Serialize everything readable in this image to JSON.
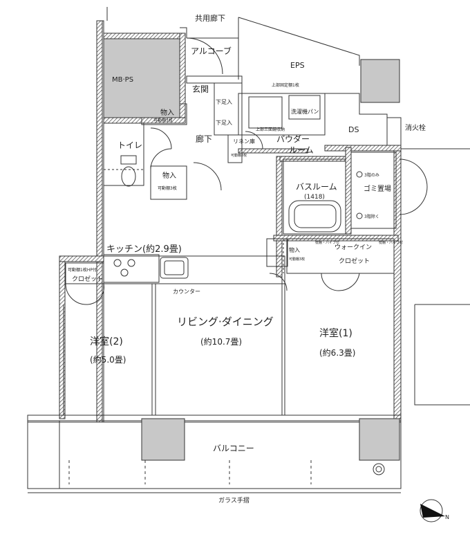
{
  "rooms": {
    "corridor_common": "共用廊下",
    "alcove": "アルコーブ",
    "eps": "EPS",
    "mbps": "MB·PS",
    "genkan": "玄関",
    "storage1": "物入",
    "storage1_note": "可動棚3枚",
    "hallway": "廊下",
    "toilet": "トイレ",
    "storage2": "物入",
    "storage2_note": "可動棚3枚",
    "shoe1": "下足入",
    "shoe2": "下足入",
    "linen": "リネン庫",
    "linen_note": "可動棚2枚",
    "powder1": "パウダー",
    "powder2": "ルーム",
    "washer": "洗濯機パン",
    "sanmen": "上部三面鏡収納",
    "upper_fixed": "上部固定棚1枚",
    "ds": "DS",
    "fire": "消火栓",
    "bath": "バスルーム",
    "bath_size": "(1418)",
    "garbage": "ゴミ置場",
    "garbage_note1": "3階のみ",
    "garbage_note2": "3階除く",
    "kitchen": "キッチン(約2.9畳)",
    "closet_kitchen_note": "可動棚1枚HP付",
    "closet_kitchen": "クロゼット",
    "counter": "カウンター",
    "storage3": "物入",
    "storage3_note": "可動棚3枚",
    "wic1": "ウォークイン",
    "wic2": "クロゼット",
    "wic_shelf_l": "枕棚・パイプ付",
    "wic_shelf_r": "枕棚・パイプ付",
    "ldk": "リビング·ダイニング",
    "ldk_size": "(約10.7畳)",
    "west2": "洋室(2)",
    "west2_size": "(約5.0畳)",
    "west1": "洋室(1)",
    "west1_size": "(約6.3畳)",
    "balcony": "バルコニー",
    "glass_rail": "ガラス手摺",
    "north": "N"
  }
}
